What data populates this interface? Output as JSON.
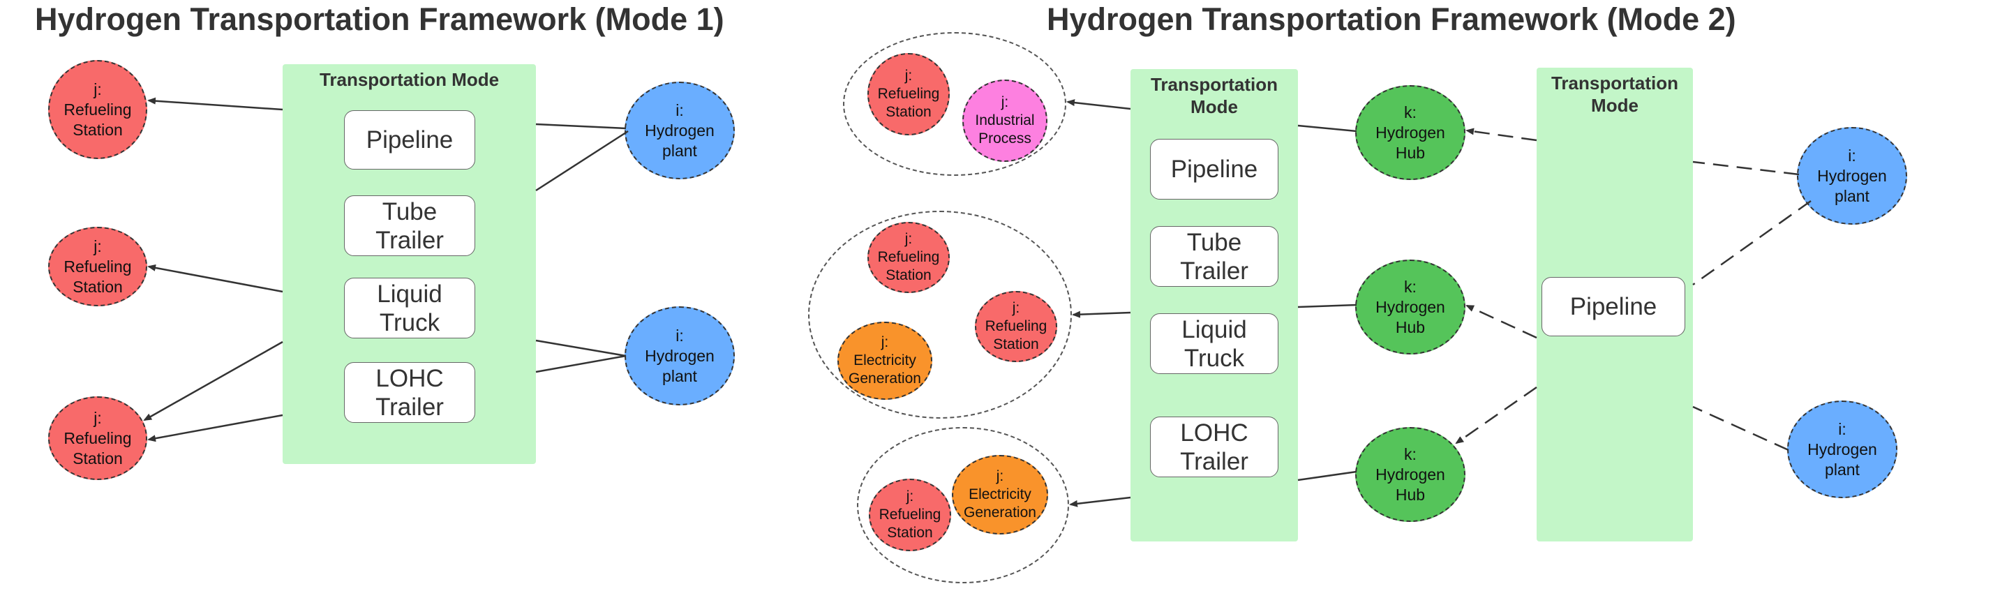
{
  "titles": {
    "mode1": "Hydrogen Transportation Framework (Mode 1)",
    "mode2": "Hydrogen Transportation Framework (Mode 2)"
  },
  "panels": {
    "transport_mode_label": "Transportation Mode",
    "transport_mode_label_wrapped": "Transportation\nMode"
  },
  "modes": {
    "pipeline": "Pipeline",
    "tube_trailer": "Tube\nTrailer",
    "liquid_truck": "Liquid\nTruck",
    "lohc_trailer": "LOHC\nTrailer"
  },
  "nodes": {
    "refueling_station": "j:\nRefueling\nStation",
    "hydrogen_plant": "i:\nHydrogen\nplant",
    "hydrogen_hub": "k:\nHydrogen\nHub",
    "industrial_process": "j:\nIndustrial\nProcess",
    "electricity_generation": "j:\nElectricity\nGeneration"
  },
  "colors": {
    "panel": "#c3f6c8",
    "refueling_station": "#f86a6a",
    "hydrogen_plant": "#6aaeff",
    "hydrogen_hub": "#55c45a",
    "industrial_process": "#fd80e0",
    "electricity_generation": "#f9932b"
  }
}
